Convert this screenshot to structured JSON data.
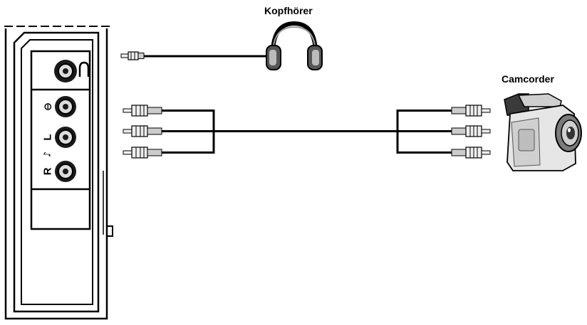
{
  "labels": {
    "headphones": "Kopfhörer",
    "camcorder": "Camcorder"
  },
  "panel": {
    "video_symbol": "⊖",
    "left_label": "L",
    "audio_symbol": "♪",
    "right_label": "R"
  },
  "colors": {
    "stroke": "#000000",
    "panel_fill": "#ffffff",
    "jack_outer": "#1a1a1a",
    "jack_inner": "#dcdcdc",
    "camera_body": "#e6e6e6",
    "camera_dark": "#7a7a7a",
    "plug_fill": "#eeeeee"
  },
  "icons": {
    "headphones": "headphones-icon",
    "camcorder": "camcorder-icon",
    "plug": "rca-plug-icon",
    "jack": "rca-jack-icon"
  }
}
